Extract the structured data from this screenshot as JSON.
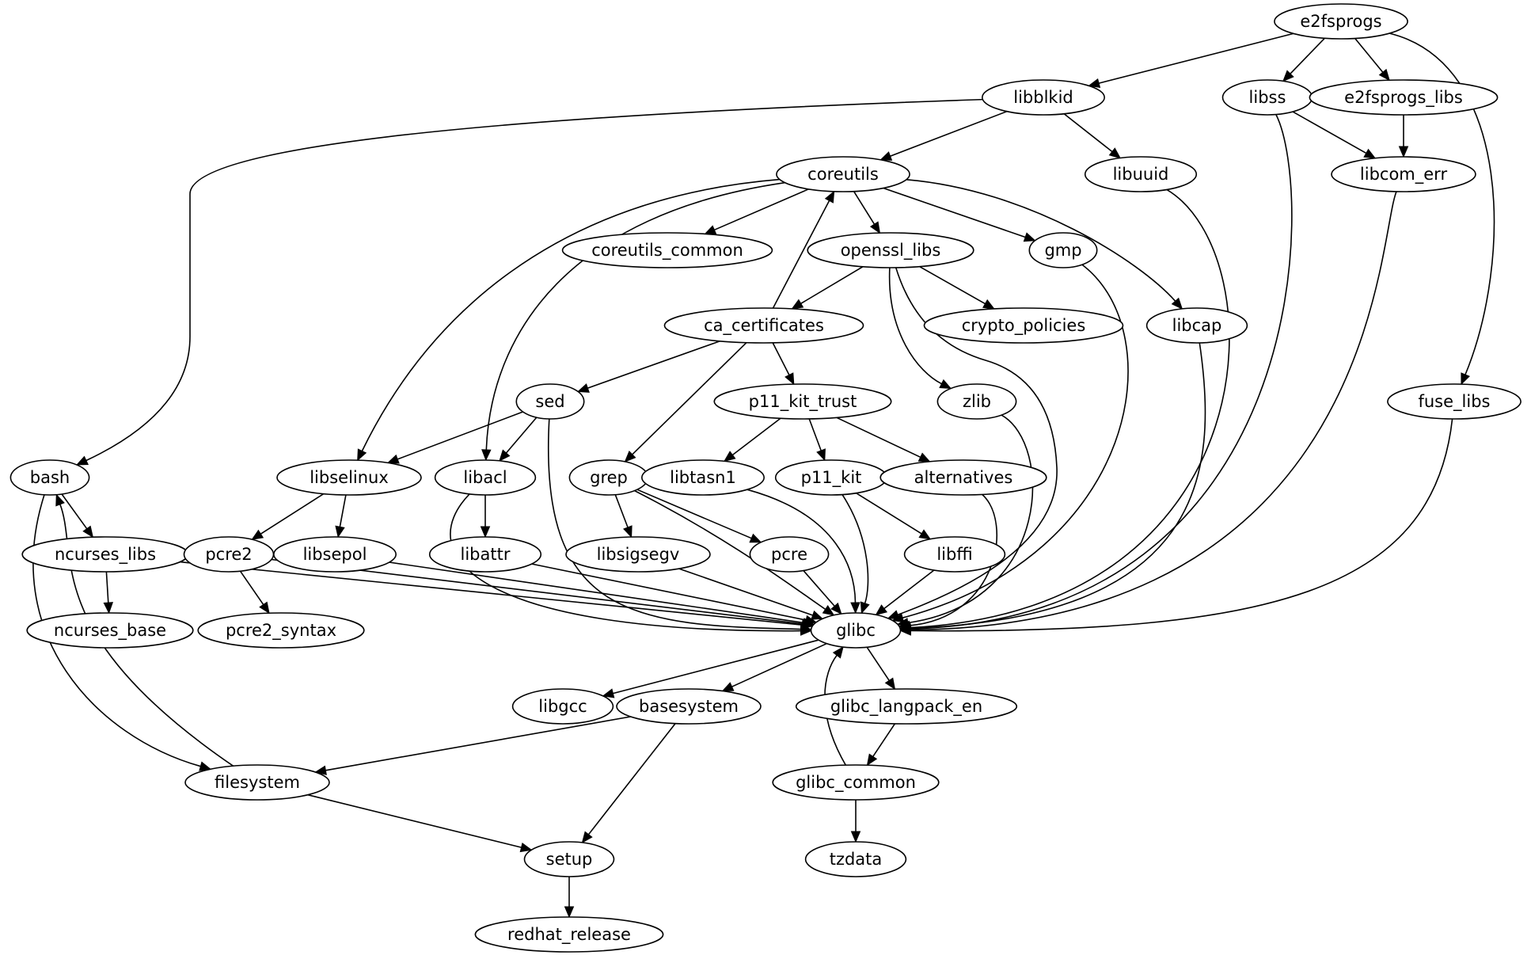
{
  "title": "Package dependency graph",
  "colors": {
    "node_stroke": "#000000",
    "node_fill": "#ffffff",
    "edge": "#000000",
    "background": "#ffffff"
  },
  "nodes": [
    {
      "id": "e2fsprogs",
      "label": "e2fsprogs"
    },
    {
      "id": "libblkid",
      "label": "libblkid"
    },
    {
      "id": "libss",
      "label": "libss"
    },
    {
      "id": "e2fsprogs_libs",
      "label": "e2fsprogs_libs"
    },
    {
      "id": "coreutils",
      "label": "coreutils"
    },
    {
      "id": "libuuid",
      "label": "libuuid"
    },
    {
      "id": "libcom_err",
      "label": "libcom_err"
    },
    {
      "id": "coreutils_common",
      "label": "coreutils_common"
    },
    {
      "id": "openssl_libs",
      "label": "openssl_libs"
    },
    {
      "id": "gmp",
      "label": "gmp"
    },
    {
      "id": "ca_certificates",
      "label": "ca_certificates"
    },
    {
      "id": "crypto_policies",
      "label": "crypto_policies"
    },
    {
      "id": "libcap",
      "label": "libcap"
    },
    {
      "id": "sed",
      "label": "sed"
    },
    {
      "id": "p11_kit_trust",
      "label": "p11_kit_trust"
    },
    {
      "id": "zlib",
      "label": "zlib"
    },
    {
      "id": "fuse_libs",
      "label": "fuse_libs"
    },
    {
      "id": "bash",
      "label": "bash"
    },
    {
      "id": "libselinux",
      "label": "libselinux"
    },
    {
      "id": "libacl",
      "label": "libacl"
    },
    {
      "id": "grep",
      "label": "grep"
    },
    {
      "id": "libtasn1",
      "label": "libtasn1"
    },
    {
      "id": "p11_kit",
      "label": "p11_kit"
    },
    {
      "id": "alternatives",
      "label": "alternatives"
    },
    {
      "id": "ncurses_libs",
      "label": "ncurses_libs"
    },
    {
      "id": "pcre2",
      "label": "pcre2"
    },
    {
      "id": "libsepol",
      "label": "libsepol"
    },
    {
      "id": "libattr",
      "label": "libattr"
    },
    {
      "id": "libsigsegv",
      "label": "libsigsegv"
    },
    {
      "id": "pcre",
      "label": "pcre"
    },
    {
      "id": "libffi",
      "label": "libffi"
    },
    {
      "id": "ncurses_base",
      "label": "ncurses_base"
    },
    {
      "id": "pcre2_syntax",
      "label": "pcre2_syntax"
    },
    {
      "id": "glibc",
      "label": "glibc"
    },
    {
      "id": "libgcc",
      "label": "libgcc"
    },
    {
      "id": "basesystem",
      "label": "basesystem"
    },
    {
      "id": "glibc_langpack_en",
      "label": "glibc_langpack_en"
    },
    {
      "id": "filesystem",
      "label": "filesystem"
    },
    {
      "id": "glibc_common",
      "label": "glibc_common"
    },
    {
      "id": "setup",
      "label": "setup"
    },
    {
      "id": "tzdata",
      "label": "tzdata"
    },
    {
      "id": "redhat_release",
      "label": "redhat_release"
    }
  ],
  "edges": [
    {
      "from": "e2fsprogs",
      "to": "libblkid"
    },
    {
      "from": "e2fsprogs",
      "to": "libss"
    },
    {
      "from": "e2fsprogs",
      "to": "e2fsprogs_libs"
    },
    {
      "from": "e2fsprogs",
      "to": "fuse_libs"
    },
    {
      "from": "libblkid",
      "to": "bash"
    },
    {
      "from": "libblkid",
      "to": "coreutils"
    },
    {
      "from": "libblkid",
      "to": "libuuid"
    },
    {
      "from": "libss",
      "to": "libcom_err"
    },
    {
      "from": "libss",
      "to": "glibc"
    },
    {
      "from": "e2fsprogs_libs",
      "to": "libcom_err"
    },
    {
      "from": "libuuid",
      "to": "glibc"
    },
    {
      "from": "libcom_err",
      "to": "glibc"
    },
    {
      "from": "coreutils",
      "to": "coreutils_common"
    },
    {
      "from": "coreutils",
      "to": "openssl_libs"
    },
    {
      "from": "coreutils",
      "to": "gmp"
    },
    {
      "from": "coreutils",
      "to": "libcap"
    },
    {
      "from": "coreutils",
      "to": "libselinux"
    },
    {
      "from": "coreutils",
      "to": "libacl"
    },
    {
      "from": "ca_certificates",
      "to": "coreutils"
    },
    {
      "from": "openssl_libs",
      "to": "ca_certificates"
    },
    {
      "from": "openssl_libs",
      "to": "crypto_policies"
    },
    {
      "from": "openssl_libs",
      "to": "zlib"
    },
    {
      "from": "openssl_libs",
      "to": "glibc"
    },
    {
      "from": "gmp",
      "to": "glibc"
    },
    {
      "from": "libcap",
      "to": "glibc"
    },
    {
      "from": "ca_certificates",
      "to": "sed"
    },
    {
      "from": "ca_certificates",
      "to": "grep"
    },
    {
      "from": "ca_certificates",
      "to": "p11_kit_trust"
    },
    {
      "from": "sed",
      "to": "libselinux"
    },
    {
      "from": "sed",
      "to": "libacl"
    },
    {
      "from": "sed",
      "to": "glibc"
    },
    {
      "from": "p11_kit_trust",
      "to": "libtasn1"
    },
    {
      "from": "p11_kit_trust",
      "to": "p11_kit"
    },
    {
      "from": "p11_kit_trust",
      "to": "alternatives"
    },
    {
      "from": "zlib",
      "to": "glibc"
    },
    {
      "from": "fuse_libs",
      "to": "glibc"
    },
    {
      "from": "bash",
      "to": "ncurses_libs"
    },
    {
      "from": "bash",
      "to": "filesystem"
    },
    {
      "from": "filesystem",
      "to": "bash"
    },
    {
      "from": "libselinux",
      "to": "pcre2"
    },
    {
      "from": "libselinux",
      "to": "libsepol"
    },
    {
      "from": "libacl",
      "to": "libattr"
    },
    {
      "from": "libacl",
      "to": "glibc"
    },
    {
      "from": "grep",
      "to": "libsigsegv"
    },
    {
      "from": "grep",
      "to": "pcre"
    },
    {
      "from": "grep",
      "to": "glibc"
    },
    {
      "from": "libtasn1",
      "to": "glibc"
    },
    {
      "from": "p11_kit",
      "to": "libffi"
    },
    {
      "from": "p11_kit",
      "to": "glibc"
    },
    {
      "from": "alternatives",
      "to": "glibc"
    },
    {
      "from": "ncurses_libs",
      "to": "ncurses_base"
    },
    {
      "from": "ncurses_libs",
      "to": "glibc"
    },
    {
      "from": "pcre2",
      "to": "pcre2_syntax"
    },
    {
      "from": "pcre2",
      "to": "glibc"
    },
    {
      "from": "libsepol",
      "to": "glibc"
    },
    {
      "from": "libattr",
      "to": "glibc"
    },
    {
      "from": "libsigsegv",
      "to": "glibc"
    },
    {
      "from": "pcre",
      "to": "glibc"
    },
    {
      "from": "libffi",
      "to": "glibc"
    },
    {
      "from": "glibc",
      "to": "libgcc"
    },
    {
      "from": "glibc",
      "to": "basesystem"
    },
    {
      "from": "glibc",
      "to": "glibc_langpack_en"
    },
    {
      "from": "glibc_common",
      "to": "glibc"
    },
    {
      "from": "glibc_langpack_en",
      "to": "glibc_common"
    },
    {
      "from": "basesystem",
      "to": "filesystem"
    },
    {
      "from": "basesystem",
      "to": "setup"
    },
    {
      "from": "filesystem",
      "to": "setup"
    },
    {
      "from": "glibc_common",
      "to": "tzdata"
    },
    {
      "from": "setup",
      "to": "redhat_release"
    }
  ]
}
